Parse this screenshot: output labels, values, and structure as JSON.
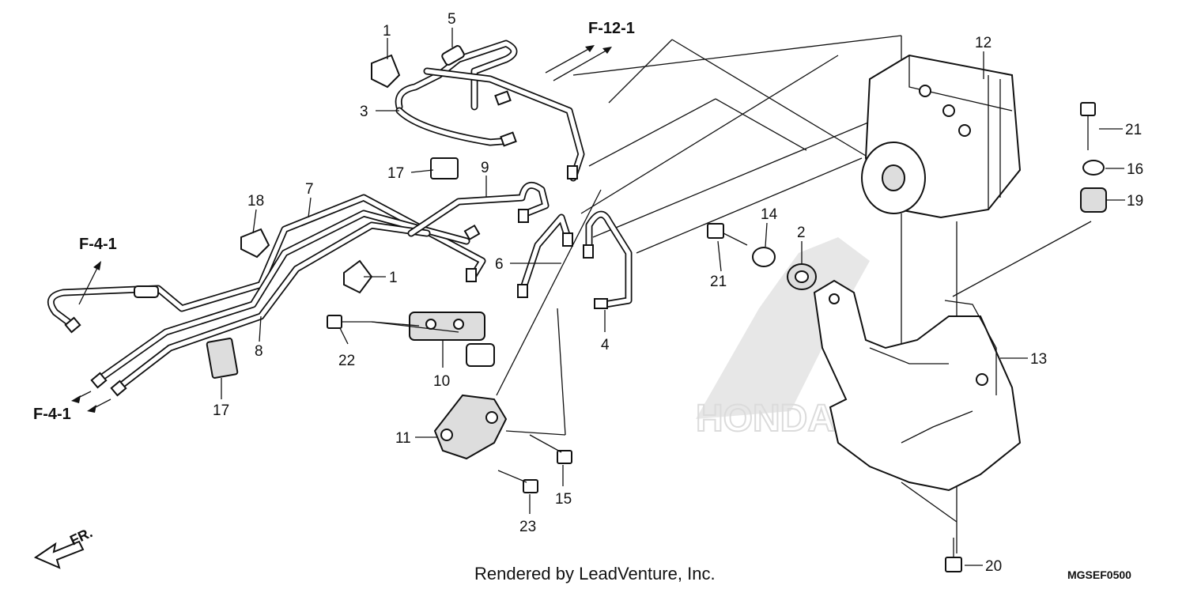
{
  "diagram": {
    "callouts": [
      {
        "id": "c1a",
        "text": "1"
      },
      {
        "id": "c5",
        "text": "5"
      },
      {
        "id": "c3",
        "text": "3"
      },
      {
        "id": "c17a",
        "text": "17"
      },
      {
        "id": "c9",
        "text": "9"
      },
      {
        "id": "c18",
        "text": "18"
      },
      {
        "id": "c7",
        "text": "7"
      },
      {
        "id": "c1b",
        "text": "1"
      },
      {
        "id": "c6",
        "text": "6"
      },
      {
        "id": "c8",
        "text": "8"
      },
      {
        "id": "c22",
        "text": "22"
      },
      {
        "id": "c10",
        "text": "10"
      },
      {
        "id": "c4",
        "text": "4"
      },
      {
        "id": "c17b",
        "text": "17"
      },
      {
        "id": "c11",
        "text": "11"
      },
      {
        "id": "c15",
        "text": "15"
      },
      {
        "id": "c23",
        "text": "23"
      },
      {
        "id": "c12",
        "text": "12"
      },
      {
        "id": "c21a",
        "text": "21"
      },
      {
        "id": "c16",
        "text": "16"
      },
      {
        "id": "c19",
        "text": "19"
      },
      {
        "id": "c14",
        "text": "14"
      },
      {
        "id": "c2",
        "text": "2"
      },
      {
        "id": "c21b",
        "text": "21"
      },
      {
        "id": "c13",
        "text": "13"
      },
      {
        "id": "c20",
        "text": "20"
      }
    ],
    "refs": {
      "f12": "F-12-1",
      "f4_top": "F-4-1",
      "f4_bottom": "F-4-1"
    },
    "direction": "FR.",
    "credit": "Rendered by LeadVenture, Inc.",
    "code": "MGSEF0500",
    "watermark": "HONDA"
  }
}
